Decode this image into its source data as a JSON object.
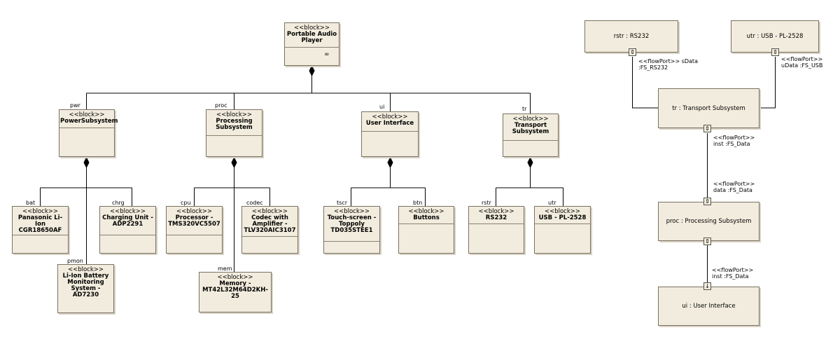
{
  "stereotypes": {
    "block": "<<block>>",
    "flow_port": "<<flowPort>>"
  },
  "bdd": {
    "root": {
      "name": "Portable Audio Player",
      "assoc_icon": "∞"
    },
    "subsystems": [
      {
        "role": "pwr",
        "name": "PowerSubsystem"
      },
      {
        "role": "proc",
        "name": "Processing Subsystem"
      },
      {
        "role": "ui",
        "name": "User Interface"
      },
      {
        "role": "tr",
        "name": "Transport Subsystem"
      }
    ],
    "parts": [
      {
        "role": "bat",
        "name": "Panasonic Li-Ion CGR18650AF"
      },
      {
        "role": "chrg",
        "name": "Charging Unit - ADP2291"
      },
      {
        "role": "pmon",
        "name": "Li-Ion Battery Monitoring System - AD7230"
      },
      {
        "role": "cpu",
        "name": "Processor - TMS320VC5507"
      },
      {
        "role": "codec",
        "name": "Codec with Amplifier - TLV320AIC3107"
      },
      {
        "role": "mem",
        "name": "Memory - MT42L32M64D2KH-25"
      },
      {
        "role": "tscr",
        "name": "Touch-screen - Toppoly TD035STEE1"
      },
      {
        "role": "btn",
        "name": "Buttons"
      },
      {
        "role": "rstr",
        "name": "RS232"
      },
      {
        "role": "utr",
        "name": "USB - PL-2528"
      }
    ]
  },
  "ibd": {
    "parts": [
      {
        "name": "rstr : RS232"
      },
      {
        "name": "utr : USB - PL-2528"
      },
      {
        "name": "tr : Transport Subsystem"
      },
      {
        "name": "proc : Processing Subsystem"
      },
      {
        "name": "ui : User Interface"
      }
    ],
    "ports": [
      {
        "name": "sData",
        "type": ":FS_RS232",
        "symbol": "⇕"
      },
      {
        "name": "uData :FS_USB",
        "symbol": "⇕"
      },
      {
        "name": "inst :FS_Data",
        "symbol": "⇕"
      },
      {
        "name": "data :FS_Data",
        "symbol": "⇕"
      },
      {
        "name": "inst :FS_Data",
        "symbol": "⇕"
      },
      {
        "name": "",
        "symbol": "↓"
      }
    ]
  }
}
